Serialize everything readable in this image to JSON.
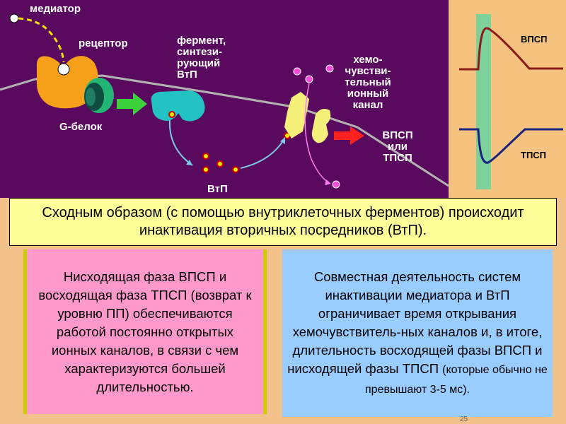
{
  "diagram": {
    "mediator": "медиатор",
    "receptor": "рецептор",
    "g_protein": "G-белок",
    "enzyme_lines": [
      "фермент,",
      "синтези-",
      "рующий",
      "ВтП"
    ],
    "channel_lines": [
      "хемо-",
      "чувстви-",
      "тельный",
      "ионный",
      "канал"
    ],
    "output_lines": [
      "ВПСП",
      "или",
      "ТПСП"
    ],
    "second_messenger": "ВтП"
  },
  "graphs": {
    "epsp_label": "ВПСП",
    "ipsp_label": "ТПСП",
    "epsp_color": "#8b1a1a",
    "ipsp_color": "#1a237e",
    "band_color": "#7fd19b"
  },
  "colors": {
    "background": "#5a0a5e",
    "membrane": "#b3b3b3",
    "receptor": "#f7a11a",
    "g_protein": "#1a9e7a",
    "enzyme": "#23c3c3",
    "channel": "#f5f07a",
    "arrow_green": "#3bd13b",
    "arrow_red": "#ff2020"
  },
  "yellow_box": {
    "text": "Сходным образом (с помощью внутриклеточных ферментов) происходит инактивация вторичных посредников (ВтП)."
  },
  "pink_box": {
    "text": "Нисходящая фаза ВПСП и восходящая фаза ТПСП (возврат к уровню ПП) обеспечиваются работой постоянно открытых ионных каналов, в связи с чем характеризуются большей длительностью."
  },
  "blue_box": {
    "text": "Совместная деятельность систем инактивации медиатора и ВтП ограничивает время открывания хемочувствитель-ных каналов и, в итоге, длительность восходящей фазы ВПСП и нисходящей фазы ТПСП",
    "note": "(которые обычно не превышают 3-5 мс)."
  },
  "slide_number": "25"
}
